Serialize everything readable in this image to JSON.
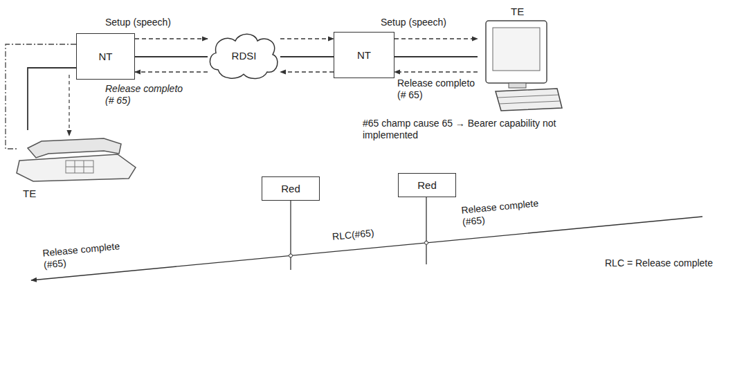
{
  "diagram": {
    "nodes": [
      {
        "text": [
          "NT"
        ]
      },
      {
        "text": [
          "RDSI"
        ]
      },
      {
        "text": [
          "NT"
        ]
      },
      {
        "text": [
          "TE"
        ]
      },
      {
        "text": [
          "TE"
        ]
      },
      {
        "text": [
          "Red"
        ]
      },
      {
        "text": [
          "Red"
        ]
      }
    ],
    "edges": [
      {
        "from": 4,
        "to": 0,
        "arrow": "none"
      },
      {
        "from": 0,
        "to": 1,
        "arrow": "to",
        "label": "Setup (speech)"
      },
      {
        "from": 1,
        "to": 0,
        "arrow": "to",
        "label": "Release completo (# 65)"
      },
      {
        "from": 0,
        "to": 1,
        "arrow": "none"
      },
      {
        "from": 1,
        "to": 2,
        "arrow": "none"
      },
      {
        "from": 1,
        "to": 2,
        "arrow": "to"
      },
      {
        "from": 2,
        "to": 1,
        "arrow": "to"
      },
      {
        "from": 2,
        "to": 3,
        "arrow": "none"
      },
      {
        "from": 2,
        "to": 3,
        "arrow": "to",
        "label": "Setup (speech)"
      },
      {
        "from": 3,
        "to": 2,
        "arrow": "to",
        "label": "Release completo (# 65)"
      }
    ],
    "labels": [
      "#65 champ cause 65 → Bearer capability not implemented",
      "Release complete (#65)",
      "RLC(#65)",
      "Release complete (#65)",
      "RLC = Release complete"
    ]
  }
}
